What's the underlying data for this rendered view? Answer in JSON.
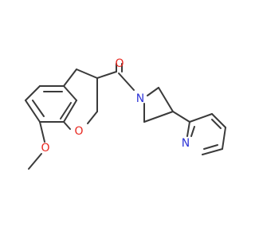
{
  "molecule": {
    "atoms": {
      "carbonyl_o": {
        "label": "O",
        "color": "#e8271f"
      },
      "ring_o": {
        "label": "O",
        "color": "#e8271f"
      },
      "methoxy_o": {
        "label": "O",
        "color": "#e8271f"
      },
      "azetidine_n": {
        "label": "N",
        "color": "#2f35d8"
      },
      "pyridine_n": {
        "label": "N",
        "color": "#2f35d8"
      }
    },
    "bond_color": "#3a3a3a",
    "background": "#ffffff"
  }
}
